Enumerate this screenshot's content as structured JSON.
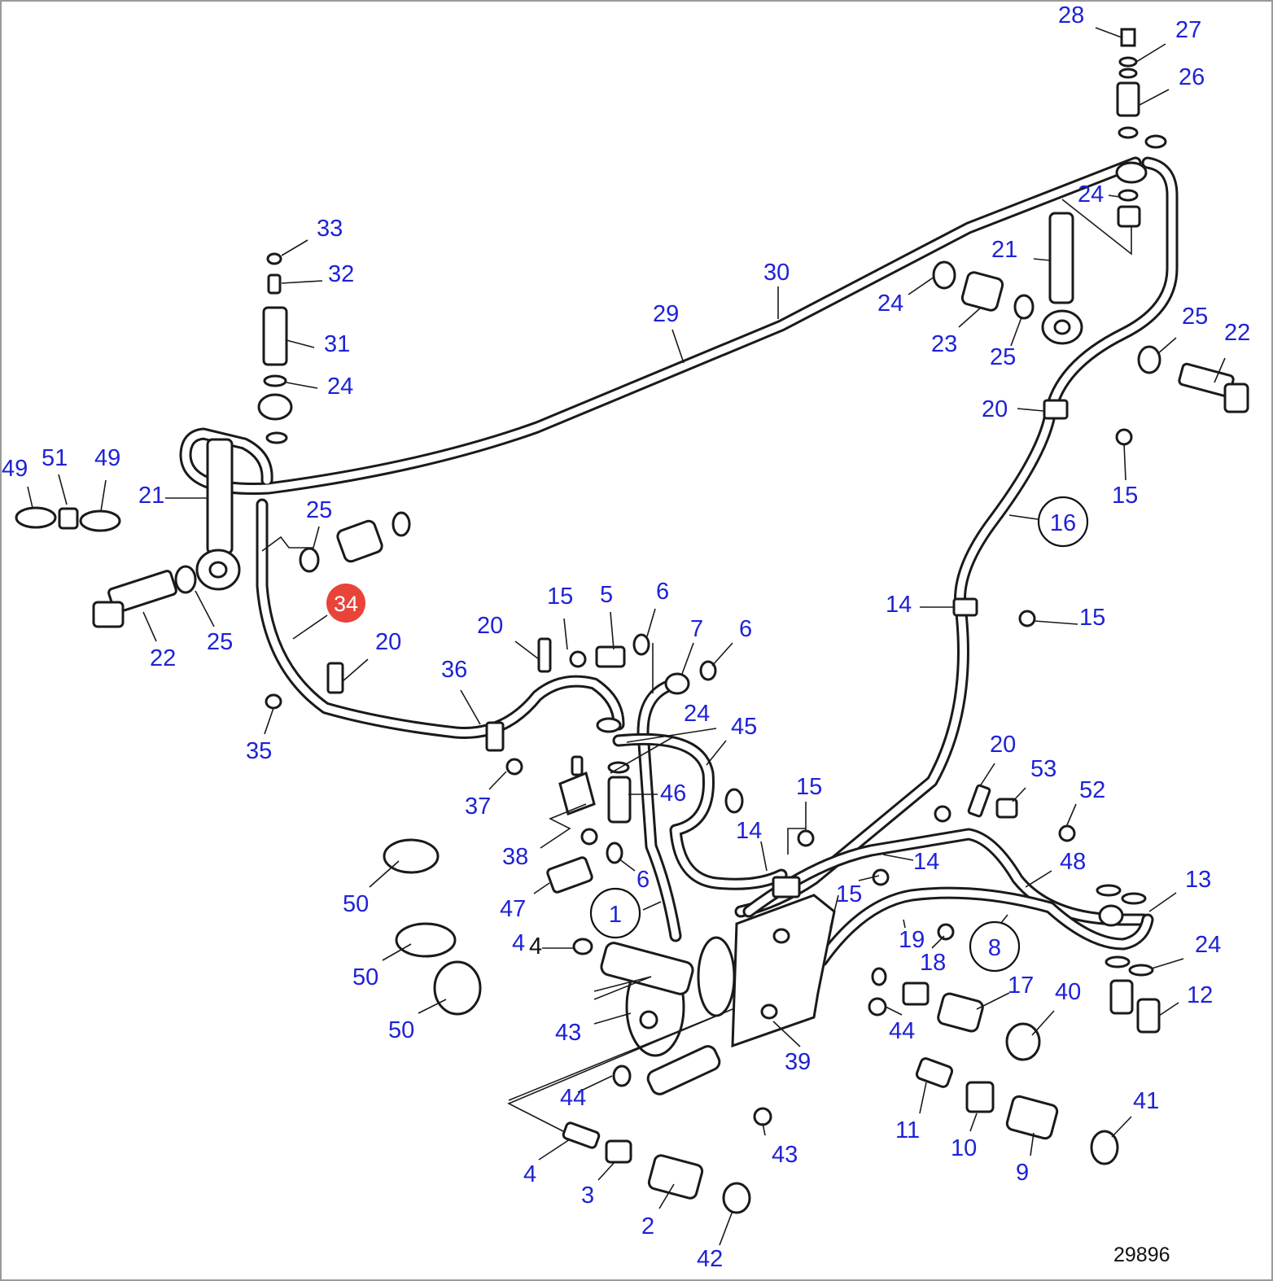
{
  "drawing_number": "29896",
  "highlighted_callout": "34",
  "callouts": {
    "c28": "28",
    "c27": "27",
    "c26": "26",
    "c24a": "24",
    "c21a": "21",
    "c24b": "24",
    "c23": "23",
    "c25a": "25",
    "c25b": "25",
    "c22a": "22",
    "c20a": "20",
    "c15a": "15",
    "c16": "16",
    "c14a": "14",
    "c15b": "15",
    "c30": "30",
    "c29": "29",
    "c33": "33",
    "c32": "32",
    "c31": "31",
    "c24c": "24",
    "c49a": "49",
    "c51": "51",
    "c49b": "49",
    "c21b": "21",
    "c25c": "25",
    "c22b": "22",
    "c25d": "25",
    "c20b": "20",
    "c35": "35",
    "c36": "36",
    "c37": "37",
    "c20c": "20",
    "c15c": "15",
    "c5": "5",
    "c6a": "6",
    "c7": "7",
    "c6b": "6",
    "c24d": "24",
    "c45": "45",
    "c46": "46",
    "c38": "38",
    "c6c": "6",
    "c47": "47",
    "c50a": "50",
    "c50b": "50",
    "c50c": "50",
    "c1": "1",
    "c4a_blue": "4",
    "c4a_black": "4",
    "c43a": "43",
    "c15d": "15",
    "c14b": "14",
    "c14c": "14",
    "c15e": "15",
    "c20d": "20",
    "c53": "53",
    "c52": "52",
    "c48": "48",
    "c13": "13",
    "c8": "8",
    "c19": "19",
    "c18": "18",
    "c17": "17",
    "c40": "40",
    "c24e": "24",
    "c12": "12",
    "c44a": "44",
    "c39": "39",
    "c44b": "44",
    "c11": "11",
    "c10": "10",
    "c43b": "43",
    "c41": "41",
    "c9": "9",
    "c4b": "4",
    "c3": "3",
    "c2": "2",
    "c42": "42"
  }
}
